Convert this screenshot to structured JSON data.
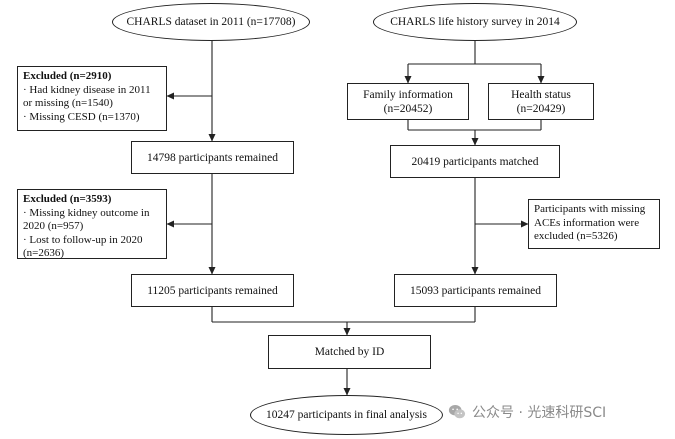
{
  "nodes": {
    "charls_2011": "CHARLS dataset in 2011 (n=17708)",
    "life_history_2014": "CHARLS life history survey in 2014",
    "excluded_1": {
      "head": "Excluded (n=2910)",
      "lines": [
        "· Had kidney disease in 2011",
        "or missing (n=1540)",
        "· Missing CESD (n=1370)"
      ]
    },
    "family_info": [
      "Family information",
      "(n=20452)"
    ],
    "health_status": [
      "Health status",
      "(n=20429)"
    ],
    "remained_14798": "14798 participants remained",
    "matched_20419": "20419 participants matched",
    "excluded_2": {
      "head": "Excluded (n=3593)",
      "lines": [
        "· Missing kidney outcome in",
        "2020 (n=957)",
        "· Lost to follow-up in 2020",
        "(n=2636)"
      ]
    },
    "missing_aces": [
      "Participants with missing",
      "ACEs information were",
      "excluded (n=5326)"
    ],
    "remained_11205": "11205 participants remained",
    "remained_15093": "15093 participants remained",
    "matched_by_id": "Matched by ID",
    "final_10247": "10247 participants in final analysis"
  },
  "watermark": "公众号 · 光速科研SCI"
}
